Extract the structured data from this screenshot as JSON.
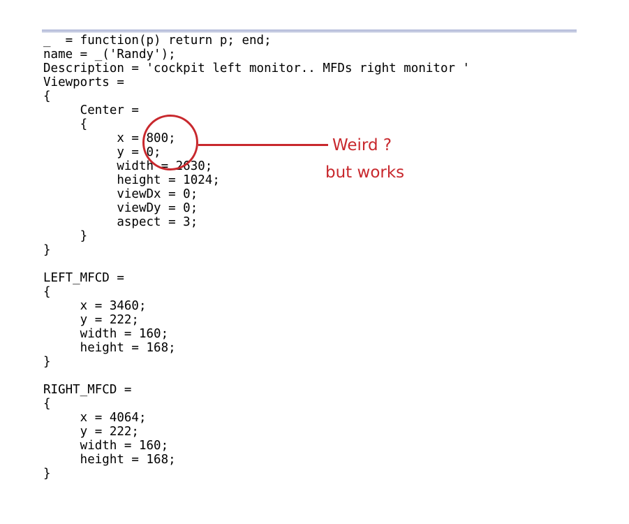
{
  "code_lines": [
    "_  = function(p) return p; end;",
    "name = _('Randy');",
    "Description = 'cockpit left monitor.. MFDs right monitor '",
    "Viewports =",
    "{",
    "     Center =",
    "     {",
    "          x = 800;",
    "          y = 0;",
    "          width = 2630;",
    "          height = 1024;",
    "          viewDx = 0;",
    "          viewDy = 0;",
    "          aspect = 3;",
    "     }",
    "}",
    "",
    "LEFT_MFCD =",
    "{",
    "     x = 3460;",
    "     y = 222;",
    "     width = 160;",
    "     height = 168;",
    "}",
    "",
    "RIGHT_MFCD =",
    "{",
    "     x = 4064;",
    "     y = 222;",
    "     width = 160;",
    "     height = 168;",
    "}"
  ],
  "annotation": {
    "line1": "Weird ?",
    "line2": "but works",
    "color": "#c8282d"
  },
  "colors": {
    "text": "#000000",
    "background": "#ffffff",
    "top_bar": "#b3bbd8"
  }
}
